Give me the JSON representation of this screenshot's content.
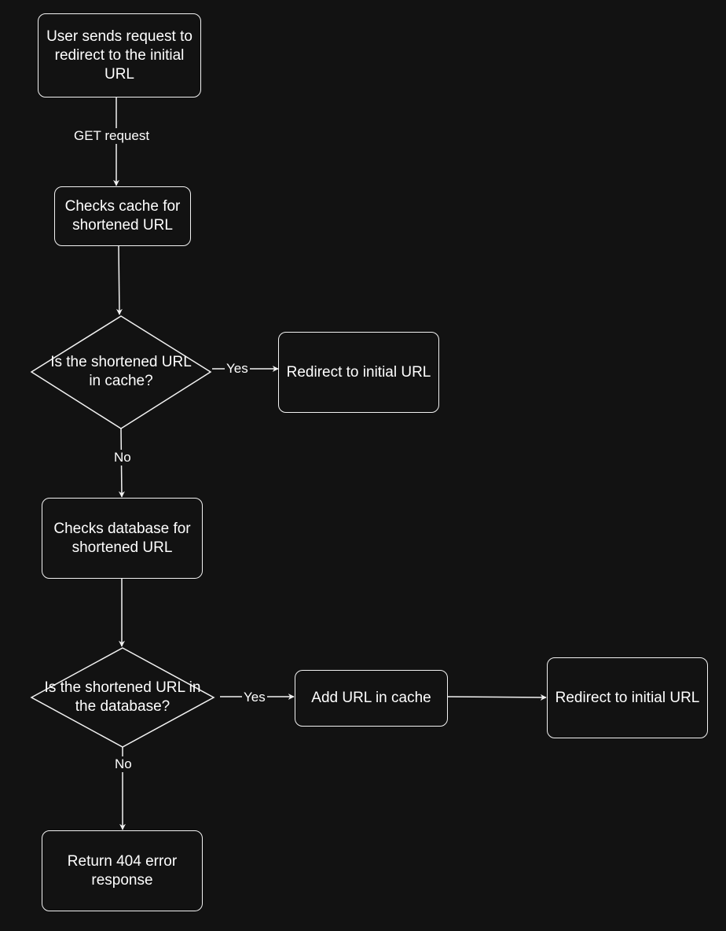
{
  "diagram": {
    "nodes": {
      "start": "User sends request to\nredirect to the initial\nURL",
      "check_cache": "Checks cache for\nshortened URL",
      "cache_decision": "Is the shortened URL\nin cache?",
      "redirect_1": "Redirect to initial URL",
      "check_db": "Checks database for\nshortened URL",
      "db_decision": "Is the shortened URL in\nthe database?",
      "add_cache": "Add URL in cache",
      "redirect_2": "Redirect to initial URL",
      "not_found": "Return 404 error\nresponse"
    },
    "edges": {
      "get_request": "GET request",
      "cache_yes": "Yes",
      "cache_no": "No",
      "db_yes": "Yes",
      "db_no": "No"
    }
  },
  "colors": {
    "background": "#121212",
    "stroke": "#f2f2f2",
    "text": "#ffffff"
  }
}
